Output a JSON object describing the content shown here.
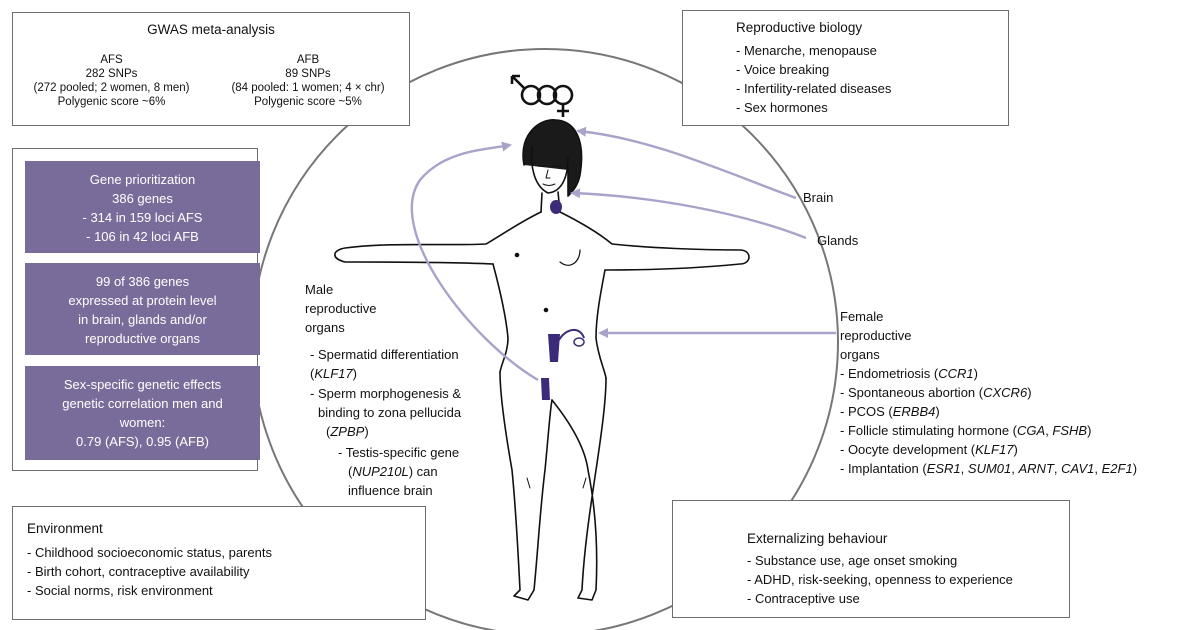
{
  "gwas": {
    "title": "GWAS meta-analysis",
    "afs": {
      "name": "AFS",
      "snps": "282 SNPs",
      "pooled": "(272 pooled; 2 women, 8 men)",
      "score": "Polygenic score ~6%"
    },
    "afb": {
      "name": "AFB",
      "snps": "89 SNPs",
      "pooled": "(84 pooled: 1 women; 4 × chr)",
      "score": "Polygenic score ~5%"
    }
  },
  "prioritization": {
    "box1": [
      "Gene prioritization",
      "386 genes",
      "- 314 in 159 loci AFS",
      "- 106 in 42 loci AFB"
    ],
    "box2": [
      "99 of 386 genes",
      "expressed at protein level",
      "in brain, glands and/or",
      "reproductive organs"
    ],
    "box3": [
      "Sex-specific genetic effects",
      "genetic correlation men and",
      "women:",
      "0.79 (AFS), 0.95 (AFB)"
    ]
  },
  "reproductive_biology": {
    "title": "Reproductive biology",
    "items": [
      "- Menarche, menopause",
      "- Voice breaking",
      "- Infertility-related diseases",
      "- Sex hormones"
    ]
  },
  "environment": {
    "title": "Environment",
    "items": [
      "- Childhood socioeconomic status, parents",
      "- Birth cohort, contraceptive availability",
      "- Social norms, risk environment"
    ]
  },
  "externalizing": {
    "title": "Externalizing behaviour",
    "items": [
      "- Substance use, age onset smoking",
      "- ADHD, risk-seeking, openness to experience",
      "- Contraceptive use"
    ]
  },
  "labels": {
    "brain": "Brain",
    "glands": "Glands"
  },
  "male": {
    "title_lines": [
      "Male",
      "reproductive",
      "organs"
    ],
    "i1": {
      "text": "- Spermatid differentiation",
      "gene": "KLF17"
    },
    "i2": {
      "text1": "- Sperm morphogenesis &",
      "text2": "binding to zona pellucida",
      "gene": "ZPBP"
    },
    "i3": {
      "text": "- Testis-specific gene",
      "gene": "NUP210L",
      "after": " can",
      "text3": "influence brain"
    }
  },
  "female": {
    "title_lines": [
      "Female",
      "reproductive",
      "organs"
    ],
    "i1": {
      "pre": "- Endometriosis (",
      "gene": "CCR1",
      "post": ")"
    },
    "i2": {
      "pre": "- Spontaneous abortion (",
      "gene": "CXCR6",
      "post": ")"
    },
    "i3": {
      "pre": "- PCOS (",
      "gene": "ERBB4",
      "post": ")"
    },
    "i4": {
      "pre": "- Follicle stimulating hormone (",
      "g1": "CGA",
      "sep": ", ",
      "g2": "FSHB",
      "post": ")"
    },
    "i5": {
      "pre": "- Oocyte development (",
      "gene": "KLF17",
      "post": ")"
    },
    "i6": {
      "pre": "- Implantation (",
      "g1": "ESR1",
      "g2": "SUM01",
      "g3": "ARNT",
      "g4": "CAV1",
      "g5": "E2F1",
      "sep": ", ",
      "post": ")"
    }
  },
  "colors": {
    "arrow": "#a9a2c9",
    "box_fill": "#7a6c9a",
    "organ": "#3b2b78",
    "border": "#6e6e6e"
  }
}
